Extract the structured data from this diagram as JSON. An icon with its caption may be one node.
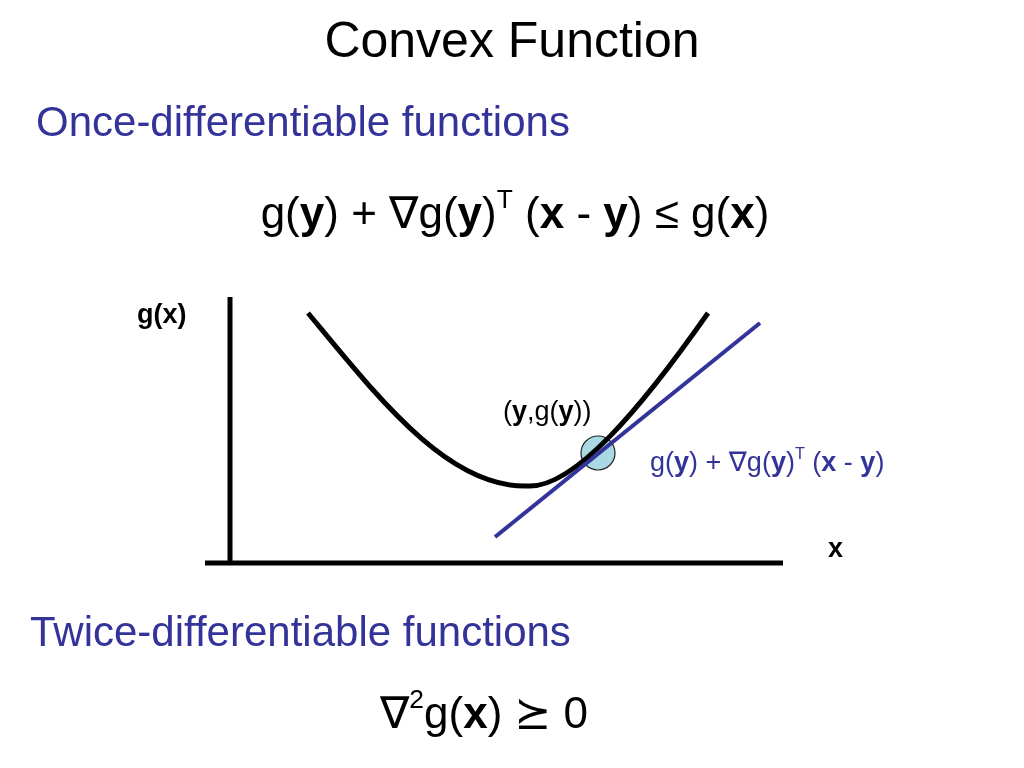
{
  "diagram": {
    "title": "Convex Function",
    "labels": [
      "Once-differentiable functions",
      "g(**y**) + ∇g(**y**)$^{T}$ (**x** - **y**) ≤ g(**x**)",
      "g(x)",
      "(**y**,g(**y**))",
      "g(**y**) + ∇g(**y**)$^{T}$ (**x** - **y**)",
      "x",
      "Twice-differentiable functions",
      "∇$^{2}$g(**x**) ⪰ 0"
    ]
  }
}
